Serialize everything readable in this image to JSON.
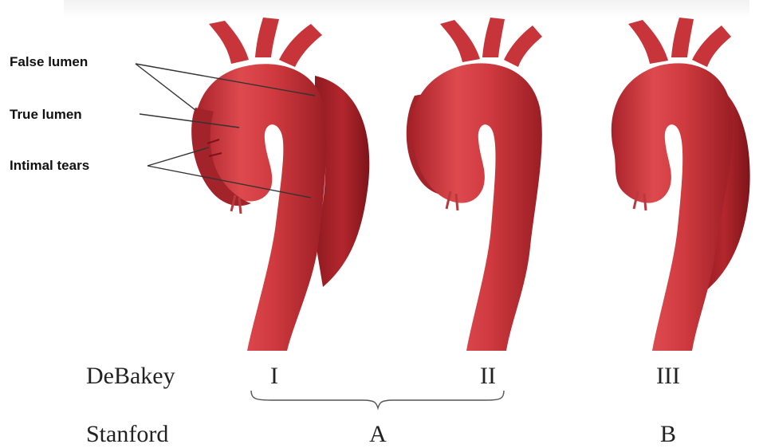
{
  "labels": {
    "false_lumen": "False lumen",
    "true_lumen": "True lumen",
    "intimal_tears": "Intimal tears"
  },
  "classifications": {
    "debakey": {
      "title": "DeBakey",
      "types": [
        "I",
        "II",
        "III"
      ]
    },
    "stanford": {
      "title": "Stanford",
      "types": [
        "A",
        "B"
      ]
    }
  },
  "colors": {
    "aorta_fill": "#cc3a3e",
    "aorta_dark": "#9a1e24",
    "aorta_light": "#e86a6c",
    "false_lumen_fill": "#b02a30",
    "leader_line": "#333333",
    "text": "#222222"
  }
}
